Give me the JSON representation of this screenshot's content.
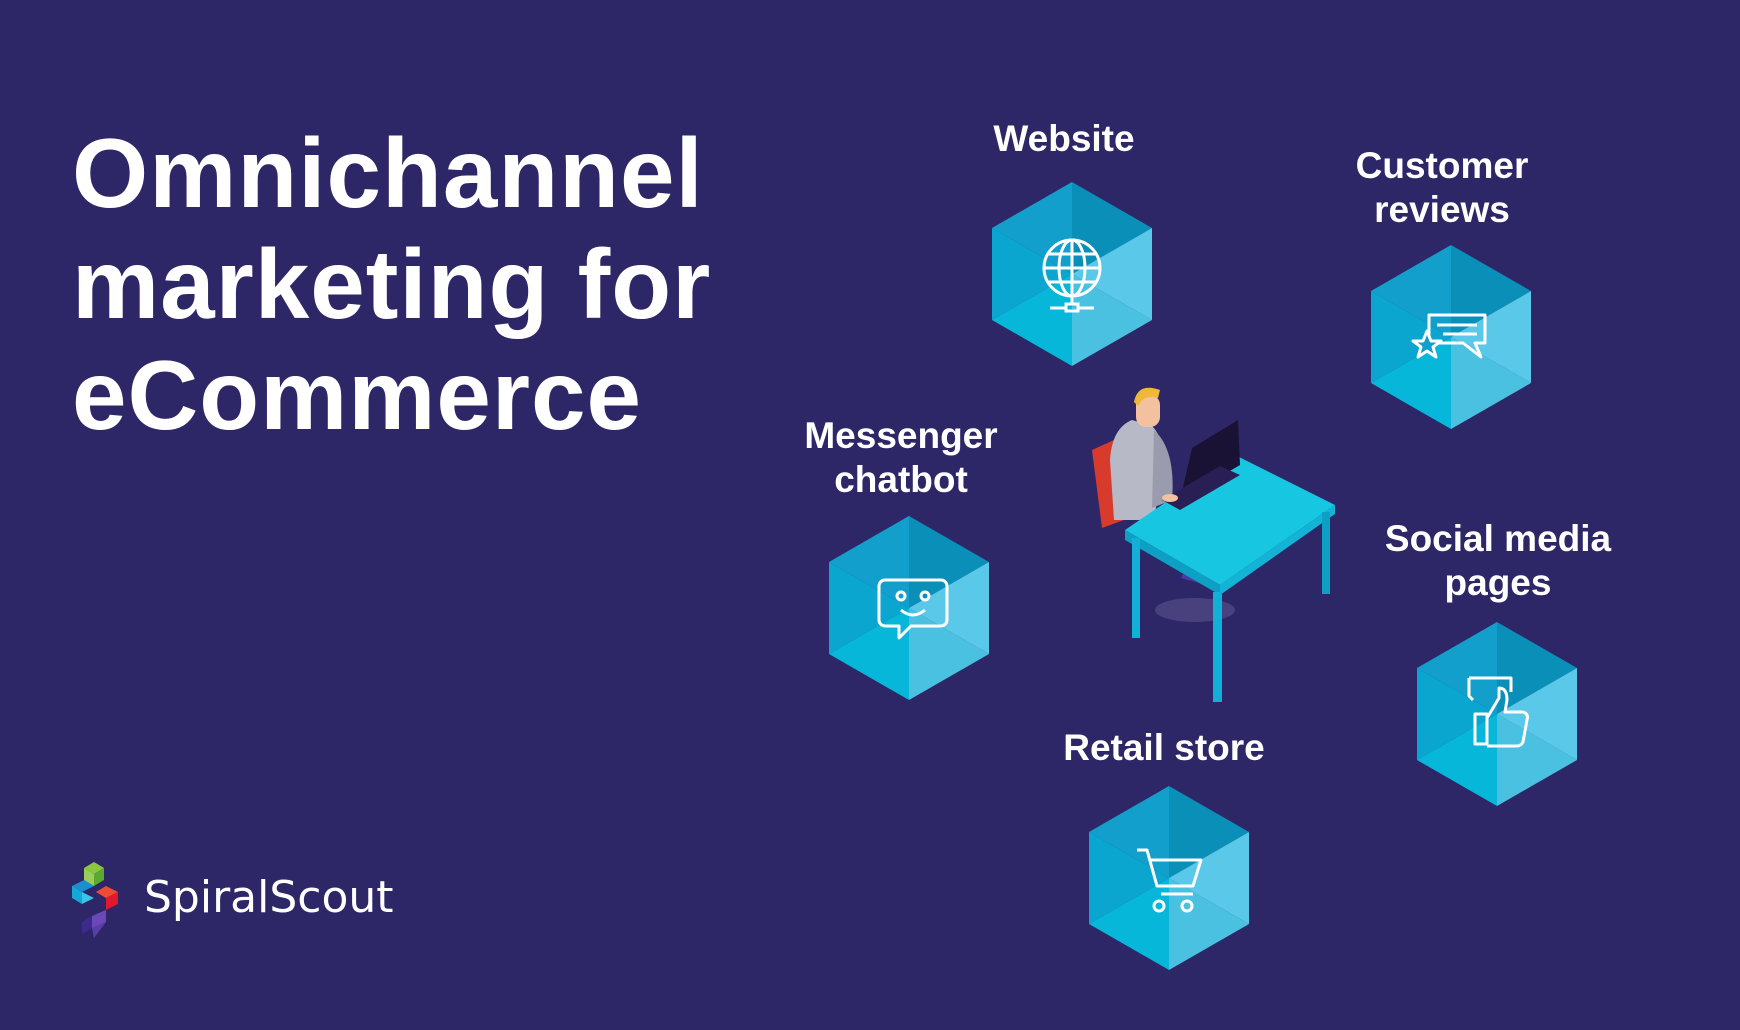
{
  "title": {
    "lines": [
      "Omnichannel",
      "marketing for",
      "eCommerce"
    ]
  },
  "channels": [
    {
      "label_lines": [
        "Website"
      ],
      "icon": "globe-icon"
    },
    {
      "label_lines": [
        "Customer",
        "reviews"
      ],
      "icon": "review-chat-star-icon"
    },
    {
      "label_lines": [
        "Messenger",
        "chatbot"
      ],
      "icon": "chatbot-icon"
    },
    {
      "label_lines": [
        "Social media",
        "pages"
      ],
      "icon": "thumbs-up-icon"
    },
    {
      "label_lines": [
        "Retail store"
      ],
      "icon": "shopping-cart-icon"
    }
  ],
  "brand": {
    "name": "SpiralScout"
  },
  "colors": {
    "background": "#2e2767",
    "hex_top": "#0a8fb8",
    "hex_light": "#55c6e6",
    "hex_mid": "#0db4d9"
  }
}
